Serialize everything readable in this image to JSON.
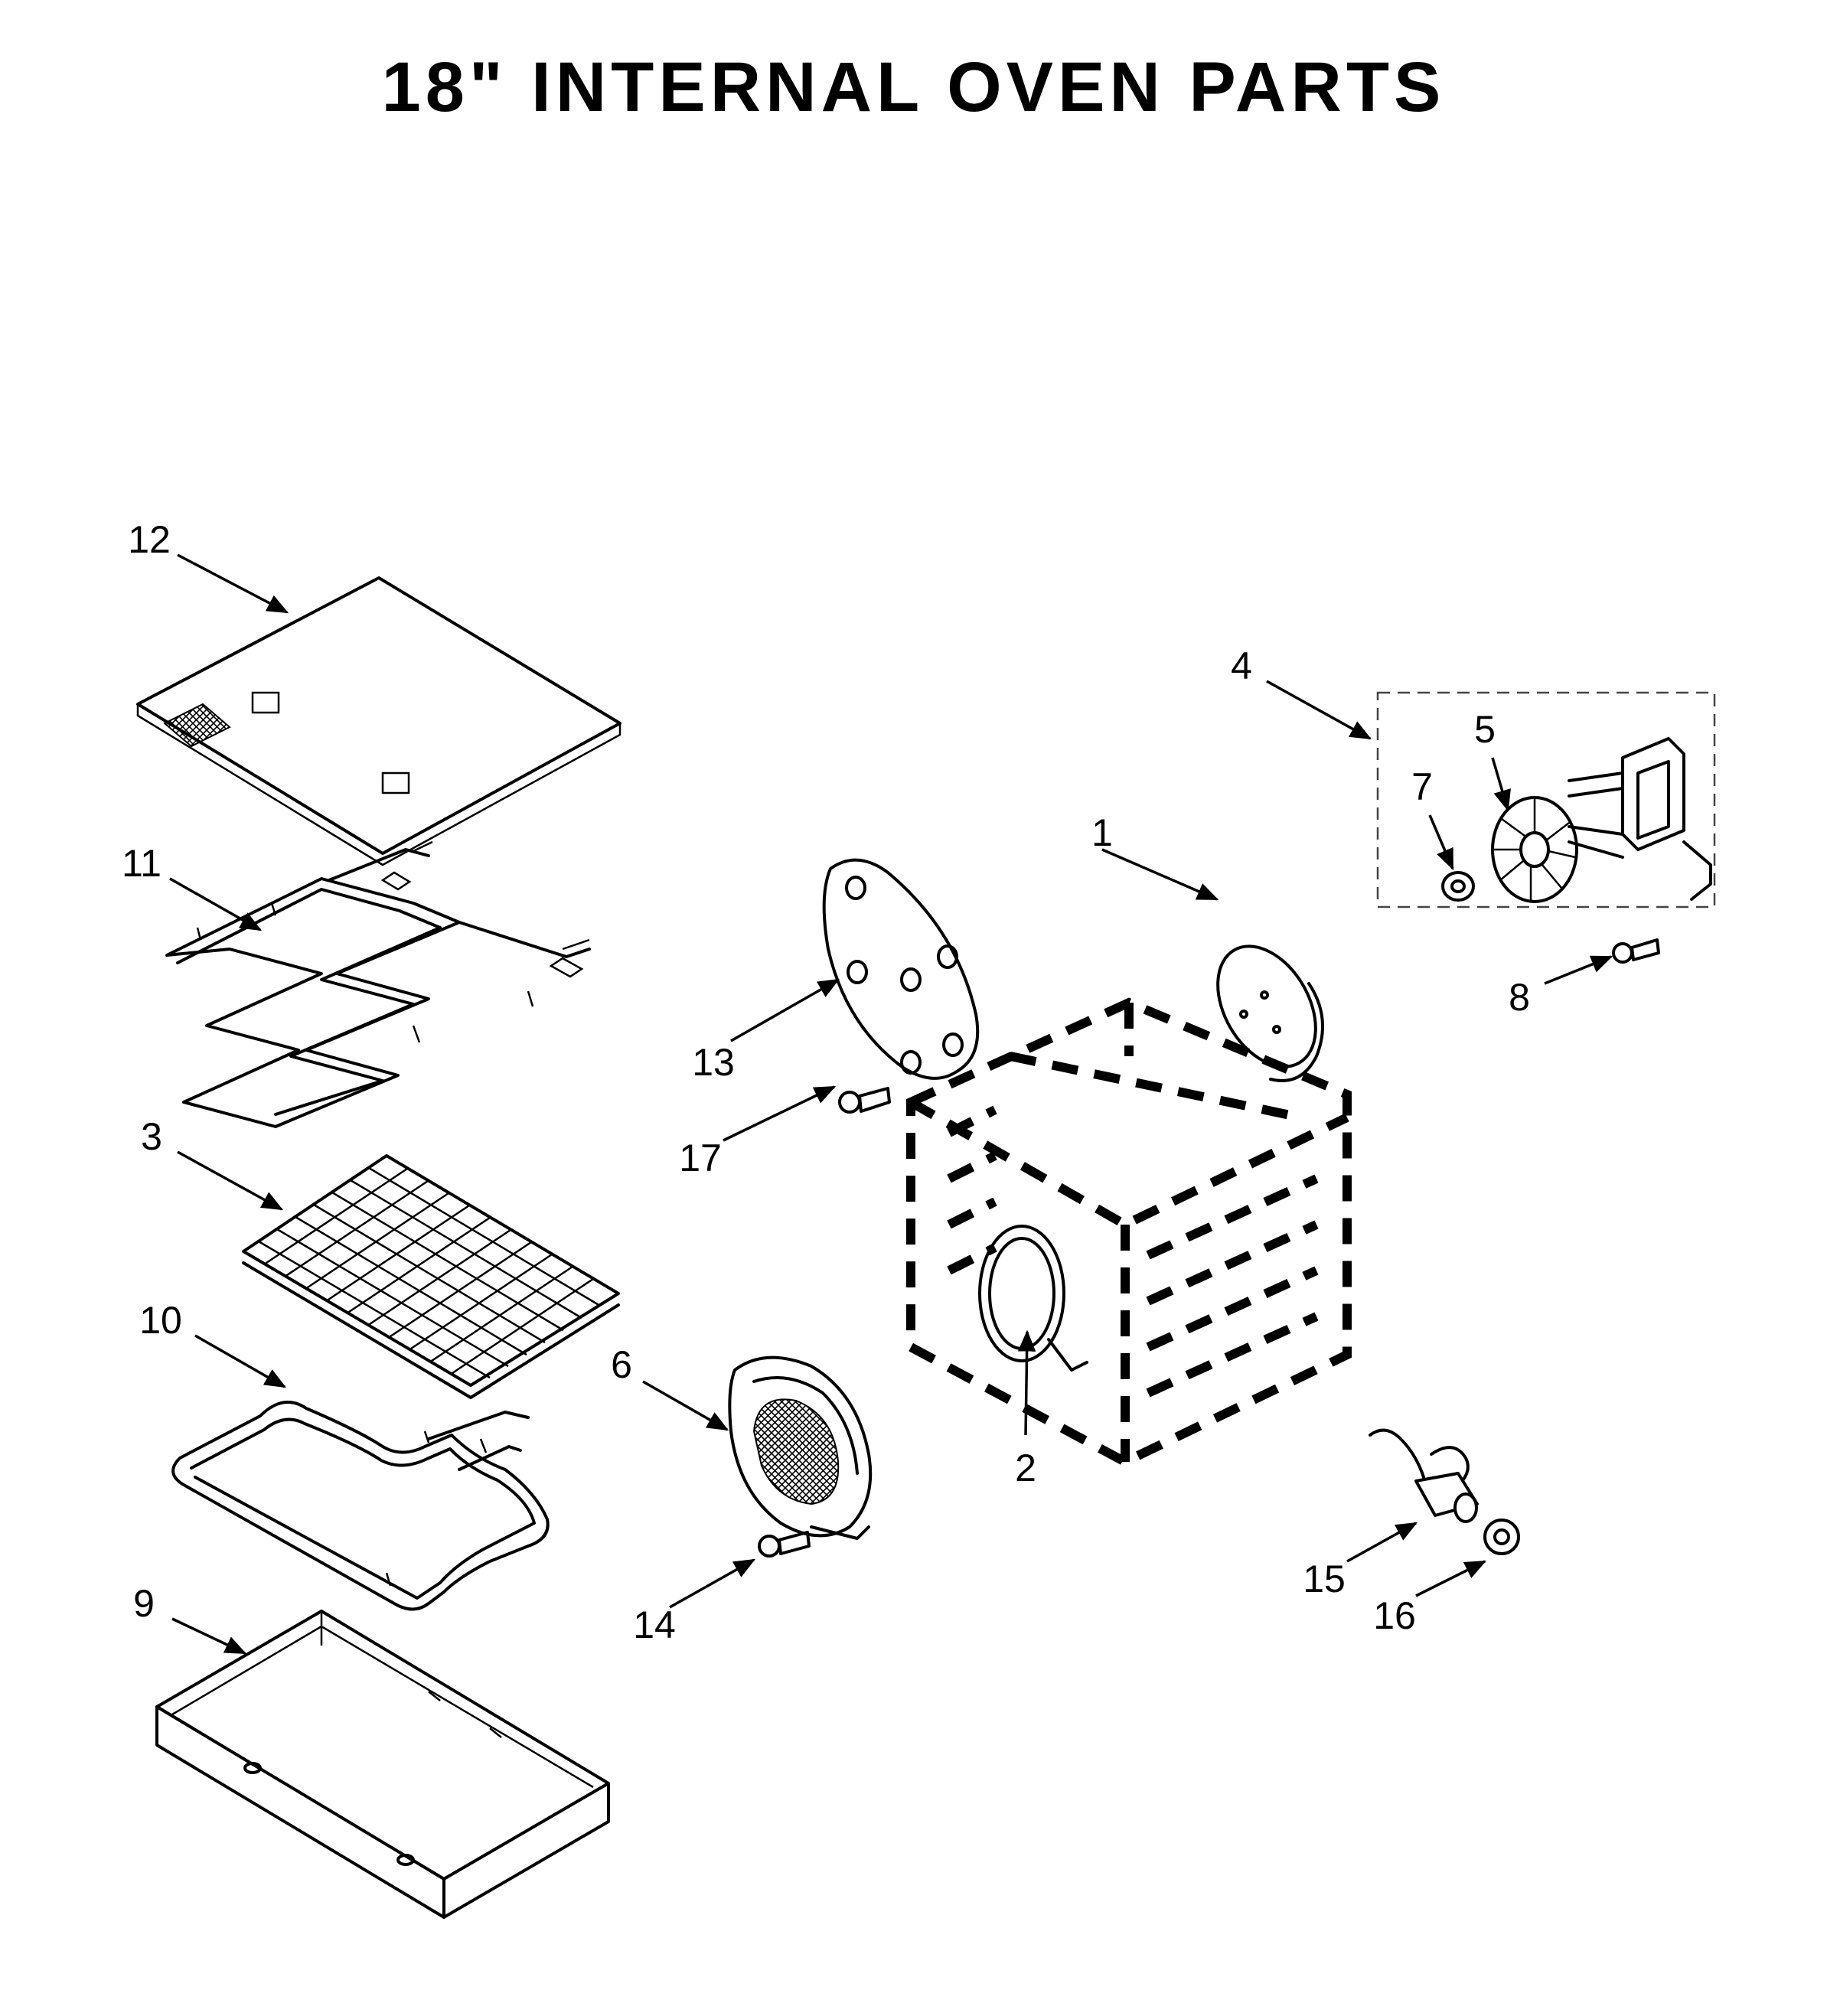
{
  "title": "18\" INTERNAL OVEN PARTS",
  "callouts": [
    "1",
    "2",
    "3",
    "4",
    "5",
    "6",
    "7",
    "8",
    "9",
    "10",
    "11",
    "12",
    "13",
    "14",
    "15",
    "16",
    "17"
  ]
}
